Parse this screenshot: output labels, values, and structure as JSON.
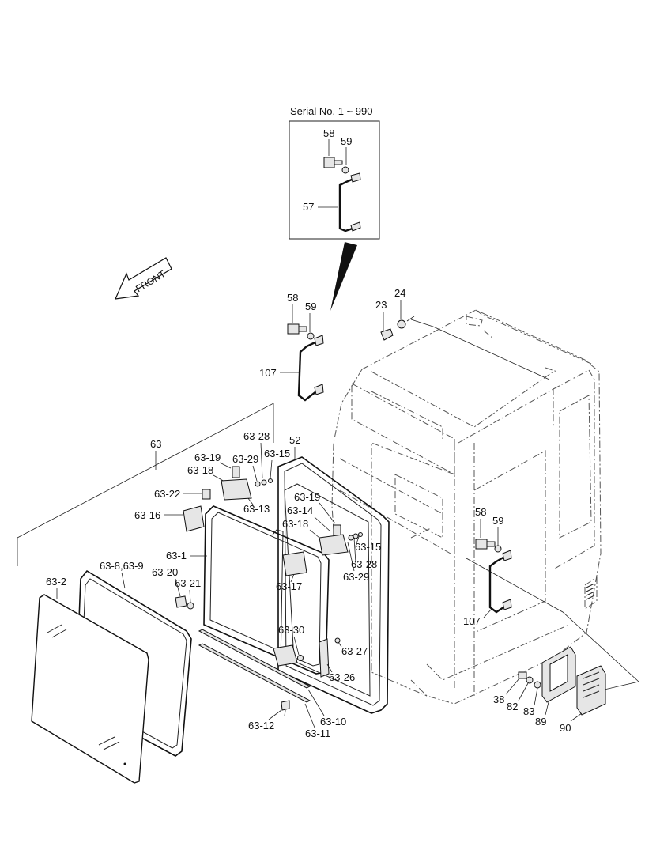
{
  "inset": {
    "title": "Serial No. 1 ~ 990",
    "labels": [
      "58",
      "59",
      "57"
    ]
  },
  "front_label": "FRONT",
  "callouts": {
    "c58_top": "58",
    "c59_top": "59",
    "c23": "23",
    "c24": "24",
    "c107_top": "107",
    "c63": "63",
    "c52": "52",
    "c63_28a": "63-28",
    "c63_15a": "63-15",
    "c63_19a": "63-19",
    "c63_29a": "63-29",
    "c63_18a": "63-18",
    "c63_22": "63-22",
    "c63_13": "63-13",
    "c63_16": "63-16",
    "c63_19b": "63-19",
    "c63_14": "63-14",
    "c63_18b": "63-18",
    "c63_15b": "63-15",
    "c63_28b": "63-28",
    "c63_29b": "63-29",
    "c63_1": "63-1",
    "c63_17": "63-17",
    "c63_8_9": "63-8,63-9",
    "c63_2": "63-2",
    "c63_20": "63-20",
    "c63_21": "63-21",
    "c63_30": "63-30",
    "c63_27": "63-27",
    "c63_26": "63-26",
    "c63_12": "63-12",
    "c63_10": "63-10",
    "c63_11": "63-11",
    "c58_right": "58",
    "c59_right": "59",
    "c107_right": "107",
    "c38": "38",
    "c82": "82",
    "c83": "83",
    "c89": "89",
    "c90": "90"
  }
}
